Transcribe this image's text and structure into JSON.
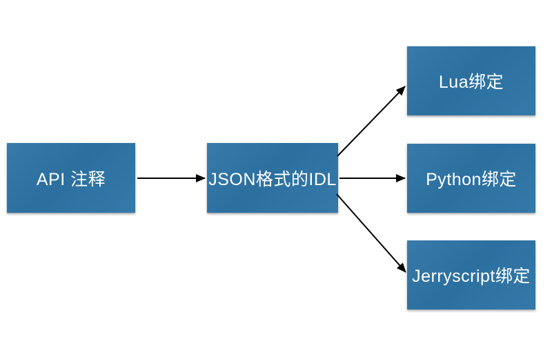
{
  "diagram": {
    "style": {
      "background": "#ffffff",
      "node_fill": "#2d74a6",
      "node_text_color": "#ffffff",
      "arrow_color": "#000000"
    },
    "nodes": [
      {
        "id": "api-annotation",
        "label": "API 注释"
      },
      {
        "id": "json-idl",
        "label": "JSON格式的IDL"
      },
      {
        "id": "lua-binding",
        "label": "Lua绑定"
      },
      {
        "id": "python-binding",
        "label": "Python绑定"
      },
      {
        "id": "jerryscript-binding",
        "label": "Jerryscript绑定"
      }
    ],
    "edges": [
      {
        "from": "API 注释",
        "to": "JSON格式的IDL"
      },
      {
        "from": "JSON格式的IDL",
        "to": "Lua绑定"
      },
      {
        "from": "JSON格式的IDL",
        "to": "Python绑定"
      },
      {
        "from": "JSON格式的IDL",
        "to": "Jerryscript绑定"
      }
    ]
  }
}
